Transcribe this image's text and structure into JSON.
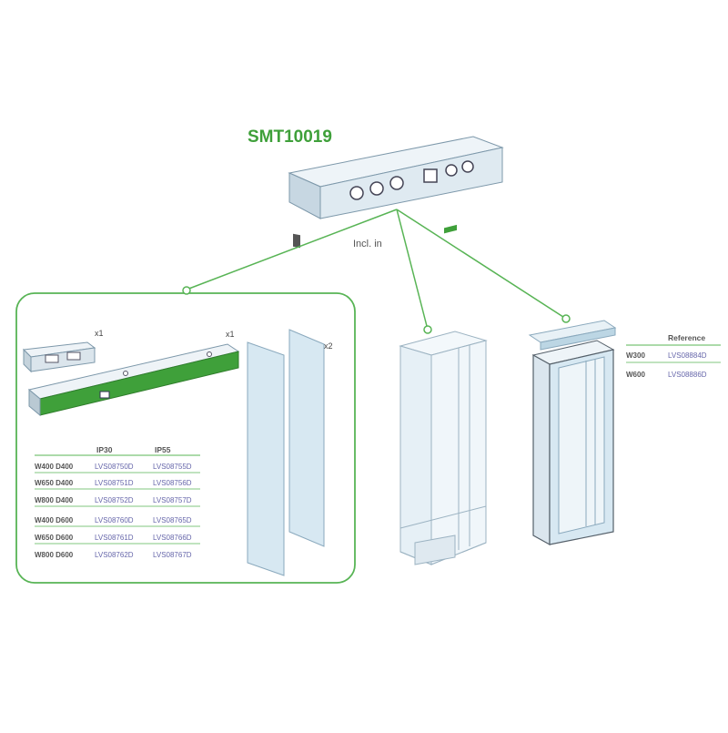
{
  "colors": {
    "accent": "#3fa03a",
    "line": "#58b455",
    "panel_blue": "#d7e8f2",
    "panel_edge": "#8aa9bd"
  },
  "title": "SMT10019",
  "included_note": "Incl. in",
  "kit": {
    "qty_small_block": "x1",
    "qty_bar": "x1",
    "qty_panels": "x2",
    "table": {
      "headers": [
        "IP30",
        "IP55"
      ],
      "rows": [
        {
          "label": "W400 D400",
          "ip30": "LVS08750D",
          "ip55": "LVS08755D"
        },
        {
          "label": "W650 D400",
          "ip30": "LVS08751D",
          "ip55": "LVS08756D"
        },
        {
          "label": "W800 D400",
          "ip30": "LVS08752D",
          "ip55": "LVS08757D"
        },
        {
          "label": "W400 D600",
          "ip30": "LVS08760D",
          "ip55": "LVS08765D"
        },
        {
          "label": "W650 D600",
          "ip30": "LVS08761D",
          "ip55": "LVS08766D"
        },
        {
          "label": "W800 D600",
          "ip30": "LVS08762D",
          "ip55": "LVS08767D"
        }
      ]
    }
  },
  "right_table": {
    "header": "Reference",
    "rows": [
      {
        "label": "W300",
        "ref": "LVS08884D"
      },
      {
        "label": "W600",
        "ref": "LVS08886D"
      }
    ]
  },
  "icons": [
    "connection-bar-icon",
    "terminal-block-icon",
    "side-panel-icon",
    "enclosure-frame-icon",
    "cable-duct-icon"
  ]
}
